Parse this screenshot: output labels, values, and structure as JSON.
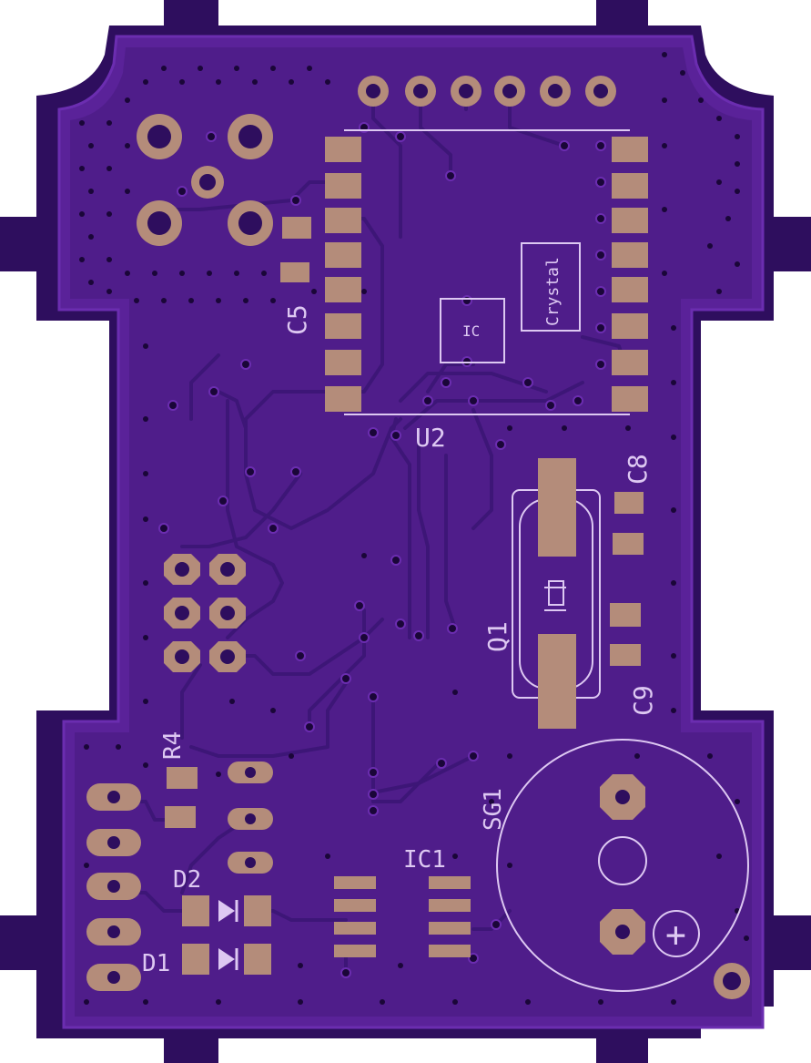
{
  "colors": {
    "board": "#2e0e5e",
    "board_edge": "#3d1677",
    "copper_fill": "#5a2299",
    "pour_outline": "#6b2db0",
    "trace": "#4a1a88",
    "pad": "#b48c7a",
    "silk": "#ddc8f2",
    "via": "#1a0638",
    "background": "#ffffff"
  },
  "labels": {
    "c5": "C5",
    "u2": "U2",
    "ic": "IC",
    "crystal": "Crystal",
    "c8": "C8",
    "c9": "C9",
    "q1": "Q1",
    "r4": "R4",
    "sg1": "SG1",
    "ic1": "IC1",
    "d2": "D2",
    "d1": "D1",
    "plus": "+"
  }
}
